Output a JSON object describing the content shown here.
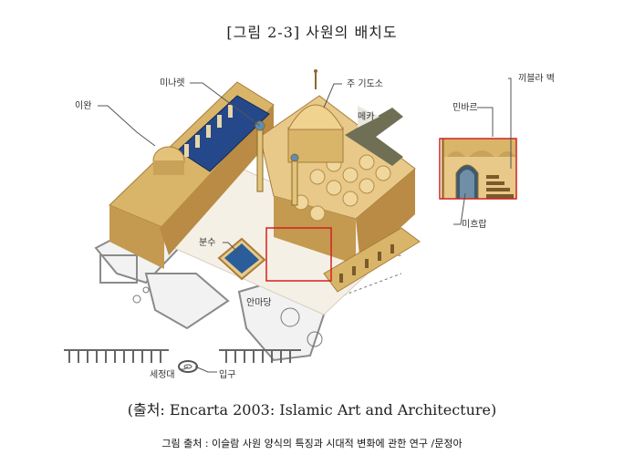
{
  "title": "[그림 2-3] 사원의 배치도",
  "labels": {
    "iwan": "이완",
    "minaret": "미나렛",
    "main_prayer_hall": "주 기도소",
    "mecca": "메카",
    "minbar": "민바르",
    "qibla_wall": "끼블라 벽",
    "mihrab": "미흐랍",
    "fountain": "분수",
    "courtyard": "안마당",
    "ablution": "세정대",
    "entrance": "입구"
  },
  "source": "(출처: Encarta 2003: Islamic Art and Architecture)",
  "credit": "그림 출처 : 이슬람 사원 양식의 특징과 시대적 변화에 관한 연구 /문정아",
  "colors": {
    "wall": "#d9b56a",
    "wall_dark": "#a87d3a",
    "roof": "#e8c98a",
    "floor": "#f5f0e6",
    "pool": "#2a5d99",
    "blue_hall": "#25488a",
    "highlight": "#d42020",
    "arrow": "#6f6f55"
  }
}
